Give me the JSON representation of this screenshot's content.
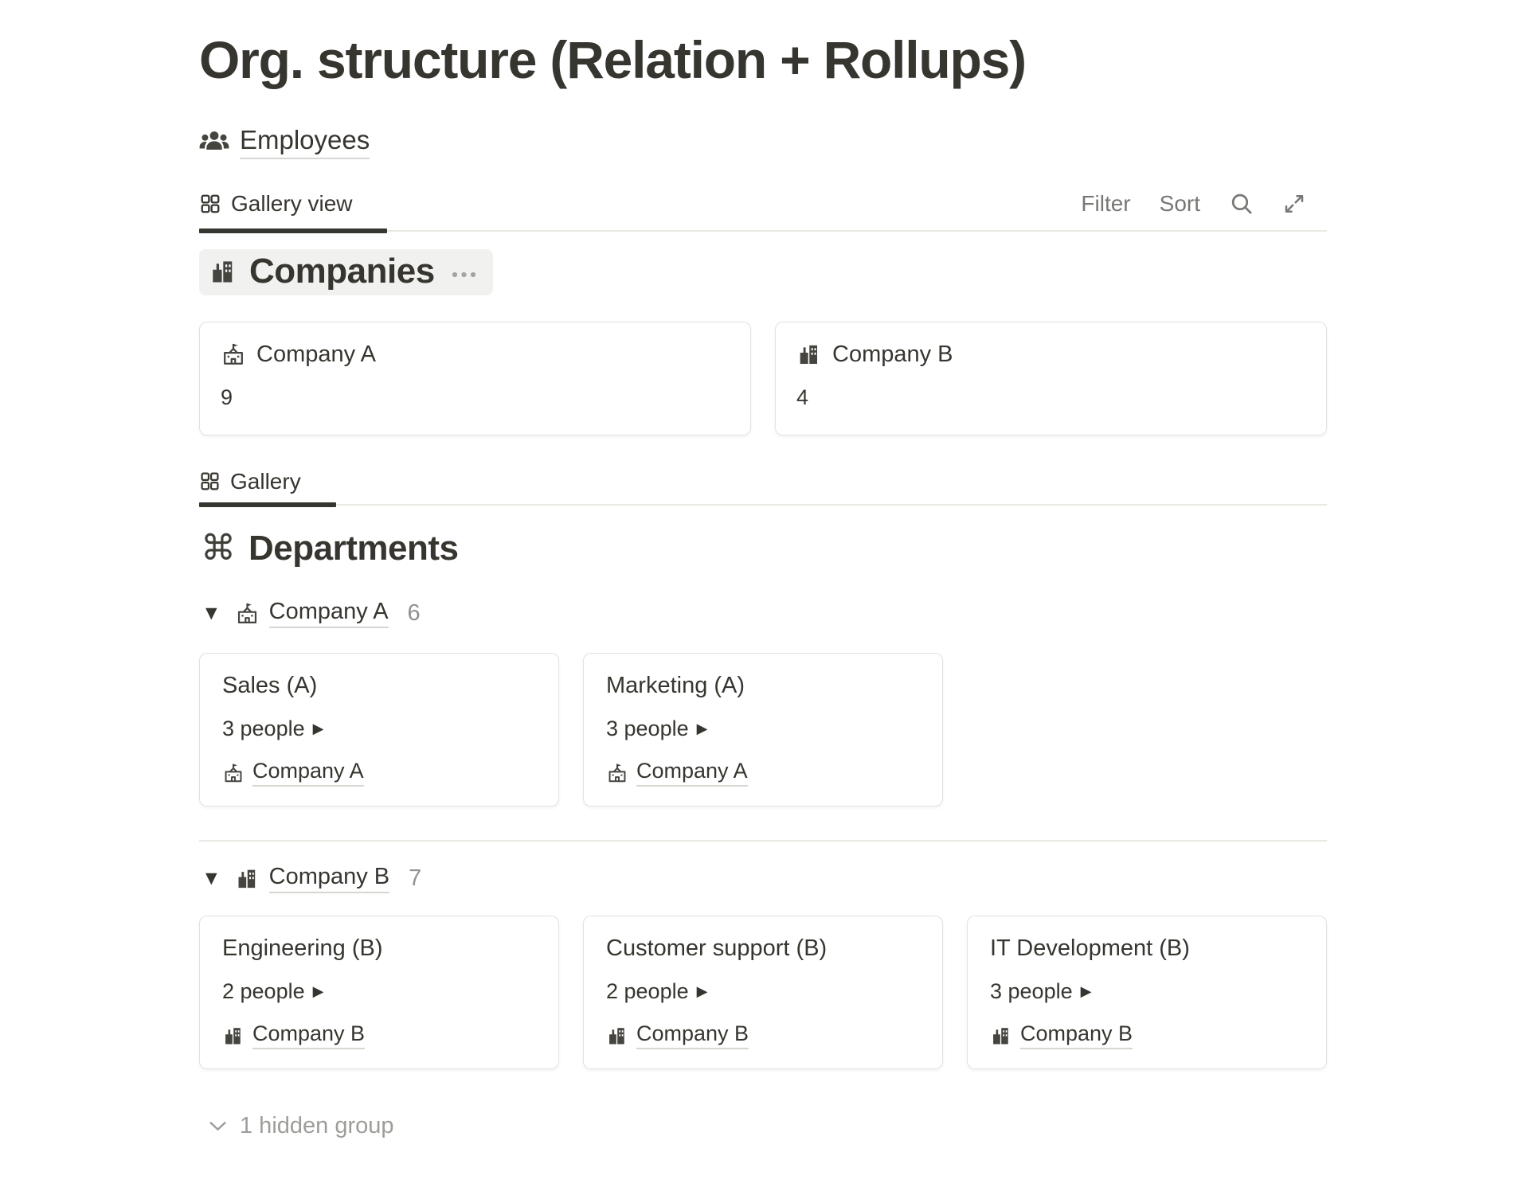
{
  "page": {
    "title": "Org. structure (Relation + Rollups)",
    "employees_label": "Employees"
  },
  "toolbar": {
    "view_tab": "Gallery view",
    "filter": "Filter",
    "sort": "Sort"
  },
  "companies": {
    "title": "Companies",
    "cards": [
      {
        "name": "Company A",
        "count": "9"
      },
      {
        "name": "Company B",
        "count": "4"
      }
    ]
  },
  "departments": {
    "tab": "Gallery",
    "title": "Departments",
    "groups": [
      {
        "name": "Company A",
        "count": "6",
        "cards": [
          {
            "title": "Sales (A)",
            "people": "3 people",
            "company": "Company A"
          },
          {
            "title": "Marketing (A)",
            "people": "3 people",
            "company": "Company A"
          }
        ]
      },
      {
        "name": "Company B",
        "count": "7",
        "cards": [
          {
            "title": "Engineering (B)",
            "people": "2 people",
            "company": "Company B"
          },
          {
            "title": "Customer support (B)",
            "people": "2 people",
            "company": "Company B"
          },
          {
            "title": "IT Development (B)",
            "people": "3 people",
            "company": "Company B"
          }
        ]
      }
    ],
    "hidden": "1 hidden group"
  },
  "colors": {
    "text": "#37352f",
    "gray": "#787774",
    "light_gray": "#9b9a97",
    "divider": "#e9e8e3",
    "hover_bg": "#f1f1ef",
    "card_border": "rgba(55,53,47,0.14)",
    "active_tab": "#37352f"
  }
}
